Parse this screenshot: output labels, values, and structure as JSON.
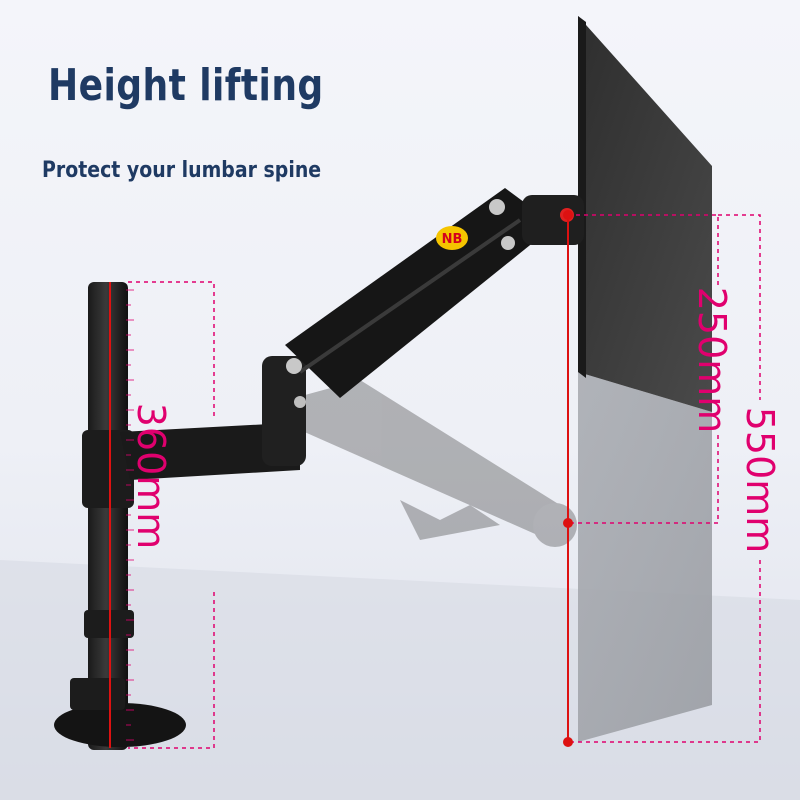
{
  "headline": "Height lifting",
  "subline": "Protect your lumbar spine",
  "brand_badge": "NB",
  "dimensions": {
    "pole_height": "360mm",
    "arm_travel": "250mm",
    "total_range": "550mm"
  },
  "colors": {
    "title": "#1f3a63",
    "dimension_accent": "#e0006e",
    "arm_body": "#141414",
    "badge_yellow": "#f5c400",
    "badge_red": "#d4001c"
  }
}
